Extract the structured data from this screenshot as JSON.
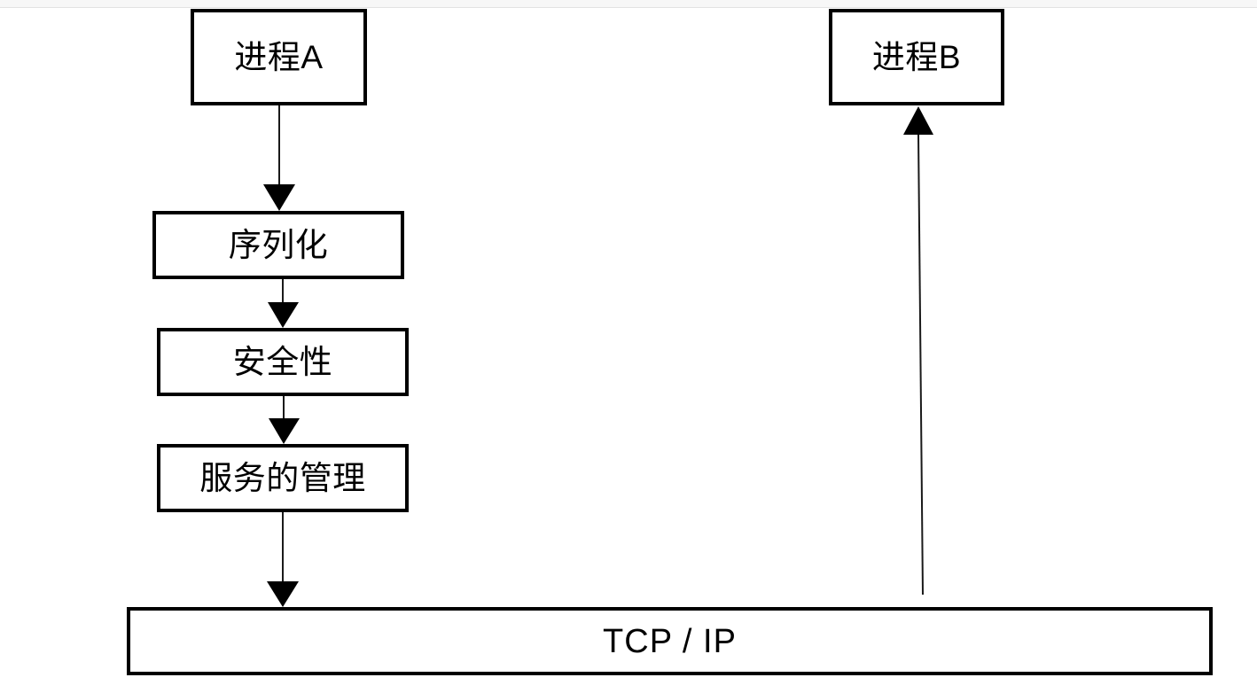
{
  "diagram": {
    "title": "IPC layering flow diagram",
    "background_color": "#ffffff",
    "stroke_color": "#000000",
    "top_strip": {
      "background_color": "#f7f7f7",
      "border_color": "#e3e3e3"
    },
    "nodes": [
      {
        "id": "process-a",
        "label": "进程A",
        "shape": "rectangle"
      },
      {
        "id": "process-b",
        "label": "进程B",
        "shape": "rectangle"
      },
      {
        "id": "serialization",
        "label": "序列化",
        "shape": "rectangle"
      },
      {
        "id": "security",
        "label": "安全性",
        "shape": "rectangle"
      },
      {
        "id": "service-management",
        "label": "服务的管理",
        "shape": "rectangle"
      },
      {
        "id": "tcpip",
        "label": "TCP / IP",
        "shape": "rectangle"
      }
    ],
    "edges": [
      {
        "id": "process-a-to-serialization",
        "from": "process-a",
        "to": "serialization",
        "direction": "down",
        "label": ""
      },
      {
        "id": "serialization-to-security",
        "from": "serialization",
        "to": "security",
        "direction": "down",
        "label": ""
      },
      {
        "id": "security-to-service-management",
        "from": "security",
        "to": "service-management",
        "direction": "down",
        "label": ""
      },
      {
        "id": "service-management-to-tcpip",
        "from": "service-management",
        "to": "tcpip",
        "direction": "down",
        "label": ""
      },
      {
        "id": "tcpip-to-process-b",
        "from": "tcpip",
        "to": "process-b",
        "direction": "up",
        "label": ""
      }
    ]
  }
}
